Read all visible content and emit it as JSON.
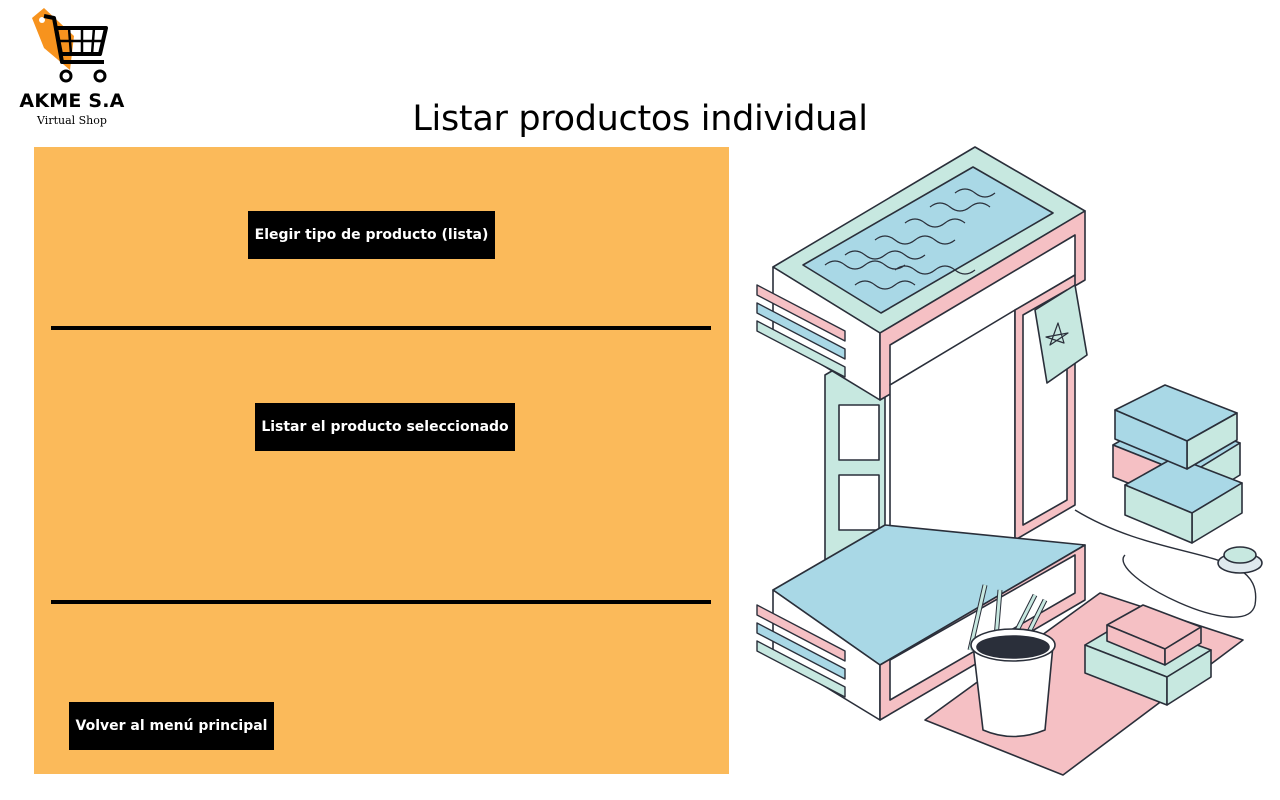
{
  "logo": {
    "name": "AKME S.A",
    "subtitle": "Virtual Shop",
    "accent_color": "#f7931e",
    "icon": "shopping-cart-icon"
  },
  "header": {
    "title": "Listar productos individual"
  },
  "panel": {
    "background": "#fbba5a",
    "buttons": {
      "choose_type": "Elegir tipo de producto (lista)",
      "list_selected": "Listar el producto seleccionado",
      "back_main_menu": "Volver al menú principal"
    }
  },
  "illustration": {
    "name": "letter-i-desk-illustration",
    "colors": {
      "mint": "#c7e8e0",
      "blue": "#a9d8e6",
      "pink": "#f5c0c4",
      "outline": "#2a2f3a"
    }
  }
}
